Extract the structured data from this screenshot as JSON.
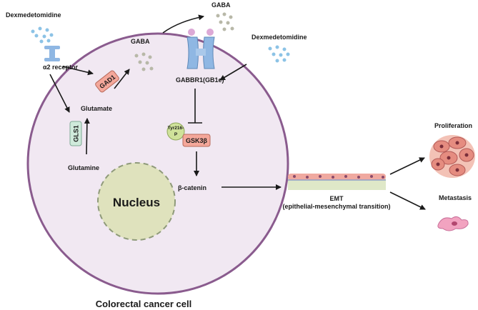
{
  "labels": {
    "dex_top_left": "Dexmedetomidine",
    "dex_top_right": "Dexmedetomidine",
    "gaba_outside": "GABA",
    "gaba_inside": "GABA",
    "a2_receptor": "α2 receptor",
    "gad1": "GAD1",
    "glutamate": "Glutamate",
    "gls1": "GLS1",
    "glutamine": "Glutamine",
    "gabbr1": "GABBR1(GB1e)",
    "tyr_line1": "Tyr216-",
    "tyr_line2": "P",
    "gsk3b": "GSK3β",
    "beta_catenin": "β-catenin",
    "nucleus": "Nucleus",
    "emt": "EMT",
    "emt_full": "(epithelial-mesenchymal transition)",
    "proliferation": "Proliferation",
    "metastasis": "Metastasis",
    "cell_title": "Colorectal cancer cell"
  },
  "colors": {
    "cell_fill": "#f1e8f2",
    "cell_border": "#8a5b8e",
    "nucleus_fill": "#dfe2bd",
    "gad1_box": "#f4a79a",
    "gls1_box": "#cfeadb",
    "gsk3b_box": "#f4a79a",
    "tyr_circle": "#cfe29a",
    "receptor_blue": "#8fb7e3",
    "receptor_knob": "#dca9d6",
    "molecule_gray": "#b8b8a8",
    "molecule_blue": "#8cc3e6"
  }
}
